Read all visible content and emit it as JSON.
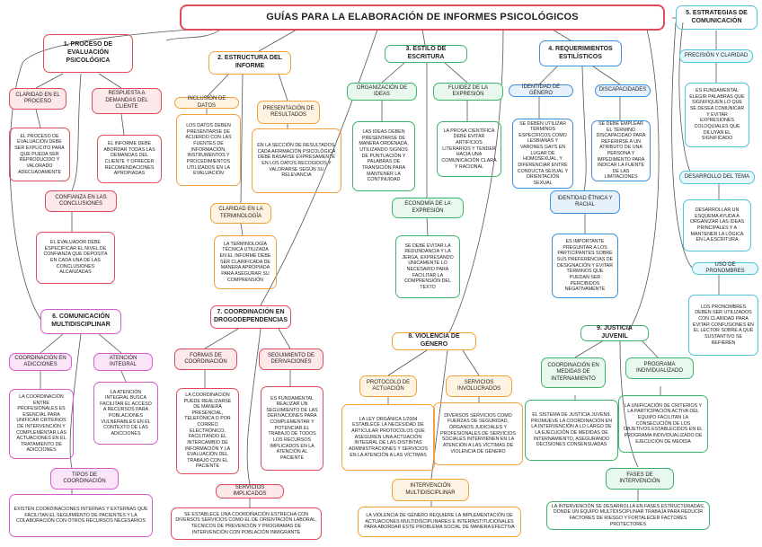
{
  "title": "GUÍAS PARA LA ELABORACIÓN DE INFORMES PSICOLÓGICOS",
  "s1": {
    "head": "1. PROCESO DE EVALUACIÓN PSICOLÓGICA",
    "claridad": "CLARIDAD EN EL PROCESO",
    "claridad_txt": "EL PROCESO DE EVALUACIÓN DEBE SER EXPLÍCITO PARA QUE PUEDA SER REPRODUCIDO Y VALORADO ADECUADAMENTE",
    "respuesta": "RESPUESTA A DEMANDAS DEL CLIENTE",
    "respuesta_txt": "EL INFORME DEBE ABORDAR TODAS LAS DEMANDAS DEL CLIENTE Y OFRECER RECOMENDACIONES APROPIADAS",
    "confianza": "CONFIANZA EN LAS CONCLUSIONES",
    "confianza_txt": "EL EVALUADOR DEBE ESPECIFICAR EL NIVEL DE CONFIANZA QUE DEPOSITA EN CADA UNA DE LAS CONCLUSIONES ALCANZADAS"
  },
  "s2": {
    "head": "2. ESTRUCTURA DEL INFORME",
    "inclusion": "INCLUSIÓN DE DATOS",
    "inclusion_txt": "LOS DATOS DEBEN PRESENTARSE DE ACUERDO CON LAS FUENTES DE INFORMACIÓN, INSTRUMENTOS Y PROCEDIMIENTOS UTILIZADOS EN LA EVALUACIÓN",
    "presentacion": "PRESENTACIÓN DE RESULTADOS",
    "presentacion_txt": "EN LA SECCIÓN DE RESULTADOS, CADA AFIRMACIÓN PSICOLÓGICA DEBE BASARSE EXPRESAMENTE EN LOS DATOS RECOGIDOS Y VALORARSE SEGÚN SU RELEVANCIA",
    "terminologia": "CLARIDAD EN LA TERMINOLOGÍA",
    "terminologia_txt": "LA TERMINOLOGÍA TÉCNICA UTILIZADA EN EL INFORME DEBE SER CLARIFICADA DE MANERA APROPIADA PARA ASEGURAR SU COMPRENSIÓN"
  },
  "s3": {
    "head": "3. ESTILO DE ESCRITURA",
    "org": "ORGANIZACIÓN DE IDEAS",
    "org_txt": "LAS IDEAS DEBEN PRESENTARSE DE MANERA ORDENADA, UTILIZANDO SIGNOS DE PUNTUACIÓN Y PALABRAS DE TRANSICIÓN PARA MANTENER LA CONTINUIDAD",
    "fluidez": "FLUIDEZ DE LA EXPRESIÓN",
    "fluidez_txt": "LA PROSA CIENTÍFICA DEBE EVITAR ARTIFICIOS LITERARIOS Y TENDER HACIA UNA COMUNICACIÓN CLARA Y RACIONAL",
    "economia": "ECONOMÍA DE LA EXPRESIÓN",
    "economia_txt": "SE DEBE EVITAR LA REDUNDANCIA Y LA JERGA, EXPRESANDO ÚNICAMENTE LO NECESARIO PARA FACILITAR LA COMPRENSIÓN DEL TEXTO"
  },
  "s4": {
    "head": "4. REQUERIMIENTOS ESTILÍSTICOS",
    "genero": "IDENTIDAD DE GÉNERO",
    "genero_txt": "SE DEBEN UTILIZAR TÉRMINOS ESPECÍFICOS COMO LESBIANAS Y VARONES GAYS EN LUGAR DE HOMOSEXUAL, Y DIFERENCIAR ENTRE CONDUCTA SEXUAL Y ORIENTACIÓN SEXUAL",
    "discap": "DISCAPACIDADES",
    "discap_txt": "SE DEBE EMPLEAR EL TÉRMINO DISCAPACIDAD PARA REFERIRSE A UN ATRIBUTO DE UNA PERSONA Y IMPEDIMENTO PARA INDICAR LA FUENTE DE LAS LIMITACIONES",
    "etnica": "IDENTIDAD ÉTNICA Y RACIAL",
    "etnica_txt": "ES IMPORTANTE PREGUNTAR A LOS PARTICIPANTES SOBRE SUS PREFERENCIAS DE DESIGNACIÓN Y EVITAR TÉRMINOS QUE PUEDAN SER PERCIBIDOS NEGATIVAMENTE"
  },
  "s5": {
    "head": "5. ESTRATEGIAS DE COMUNICACIÓN",
    "precision": "PRECISIÓN Y CLARIDAD",
    "precision_txt": "ES FUNDAMENTAL ELEGIR PALABRAS QUE SIGNIFIQUEN LO QUE SE DESEA COMUNICAR Y EVITAR EXPRESIONES COLOQUIALES QUE DILUYAN EL SIGNIFICADO",
    "tema": "DESARROLLO DEL TEMA",
    "tema_txt": "DESARROLLAR UN ESQUEMA AYUDA A ORGANIZAR LAS IDEAS PRINCIPALES Y A MANTENER LA LÓGICA EN LA ESCRITURA",
    "pronombres": "USO DE PRONOMBRES",
    "pronombres_txt": "LOS PRONOMBRES DEBEN SER UTILIZADOS CON CLARIDAD PARA EVITAR CONFUSIONES EN EL LECTOR SOBRE A QUÉ SUSTANTIVO SE REFIEREN"
  },
  "s6": {
    "head": "6. COMUNICACIÓN MULTIDISCIPLINAR",
    "adicciones": "COORDINACIÓN EN ADICCIONES",
    "adicciones_txt": "LA COORDINACIÓN ENTRE PROFESIONALES ES ESENCIAL PARA UNIFICAR CRITERIOS DE INTERVENCIÓN Y COMPLEMENTAR LAS ACTUACIONES EN EL TRATAMIENTO DE ADICCIONES",
    "integral": "ATENCIÓN INTEGRAL",
    "integral_txt": "LA ATENCIÓN INTEGRAL BUSCA FACILITAR EL ACCESO A RECURSOS PARA POBLACIONES VULNERABLES EN EL CONTEXTO DE LAS ADICCIONES",
    "tipos": "TIPOS DE COORDINACIÓN",
    "tipos_txt": "EXISTEN COORDINACIONES INTERNAS Y EXTERNAS QUE FACILITAN EL SEGUIMIENTO DE PACIENTES Y LA COLABORACIÓN CON OTROS RECURSOS NECESARIOS"
  },
  "s7": {
    "head": "7. COORDINACIÓN EN DROGODEPENDENCIAS",
    "formas": "FORMAS DE COORDINACIÓN",
    "formas_txt": "LA COORDINACIÓN PUEDE REALIZARSE DE MANERA PRESENCIAL, TELEFÓNICA O POR CORREO ELECTRÓNICO, FACILITANDO EL INTERCAMBIO DE INFORMACIÓN Y LA EVALUACIÓN DEL TRABAJO CON EL PACIENTE",
    "seguimiento": "SEGUIMIENTO DE DERIVACIONES",
    "seguimiento_txt": "ES FUNDAMENTAL REALIZAR UN SEGUIMIENTO DE LAS DERIVACIONES PARA COMPLEMENTAR Y POTENCIAR EL TRABAJO DE TODOS LOS RECURSOS IMPLICADOS EN LA ATENCIÓN AL PACIENTE",
    "servicios": "SERVICIOS IMPLICADOS",
    "servicios_txt": "SE ESTABLECE UNA COORDINACIÓN ESTRECHA CON DIVERSOS SERVICIOS COMO EL DE ORIENTACIÓN LABORAL, TÉCNICOS DE PREVENCIÓN Y PROGRAMAS DE INTERVENCIÓN CON POBLACIÓN INMIGRANTE"
  },
  "s8": {
    "head": "8. VIOLENCIA DE GÉNERO",
    "protocolo": "PROTOCOLO DE ACTUACIÓN",
    "protocolo_txt": "LA LEY ORGÁNICA 1/2004 ESTABLECE LA NECESIDAD DE ARTICULAR PROTOCOLOS QUE ASEGUREN UNA ACTUACIÓN INTEGRAL DE LAS DISTINTAS ADMINISTRACIONES Y SERVICIOS EN LA ATENCIÓN A LAS VÍCTIMAS",
    "servicios": "SERVICIOS INVOLUCRADOS",
    "servicios_txt": "DIVERSOS SERVICIOS COMO FUERZAS DE SEGURIDAD, ÓRGANOS JUDICIALES Y PROFESIONALES DE SERVICIOS SOCIALES INTERVIENEN EN LA ATENCIÓN A LAS VÍCTIMAS DE VIOLENCIA DE GÉNERO",
    "multi": "INTERVENCIÓN MULTIDISCIPLINAR",
    "multi_txt": "LA VIOLENCIA DE GÉNERO REQUIERE LA IMPLEMENTACIÓN DE ACTUACIONES MULTIDISCIPLINARES E INTERINSTITUCIONALES PARA ABORDAR ESTE PROBLEMA SOCIAL DE MANERA EFECTIVA"
  },
  "s9": {
    "head": "9. JUSTICIA JUVENIL",
    "medidas": "COORDINACIÓN EN MEDIDAS DE INTERNAMIENTO",
    "medidas_txt": "EL SISTEMA DE JUSTICIA JUVENIL PROMUEVE LA COORDINACIÓN EN LA INTERVENCIÓN A LO LARGO DE LA EJECUCIÓN DE MEDIDAS DE INTERNAMIENTO, ASEGURANDO DECISIONES CONSENSUADAS",
    "programa": "PROGRAMA INDIVIDUALIZADO",
    "programa_txt": "LA UNIFICACIÓN DE CRITERIOS Y LA PARTICIPACIÓN ACTIVA DEL EQUIPO FACILITAN LA CONSECUCIÓN DE LOS OBJETIVOS ESTABLECIDOS EN EL PROGRAMA INDIVIDUALIZADO DE EJECUCIÓN DE MEDIDA",
    "fases": "FASES DE INTERVENCIÓN",
    "fases_txt": "LA INTERVENCIÓN SE DESARROLLA EN FASES ESTRUCTURADAS, DONDE UN EQUIPO MULTIDISCIPLINAR TRABAJA PARA REDUCIR FACTORES DE RIESGO Y FORTALECER FACTORES PROTECTORES"
  }
}
